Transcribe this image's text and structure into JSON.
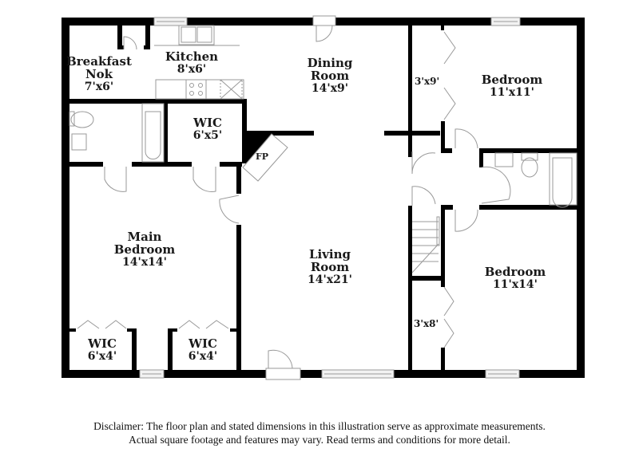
{
  "floor_plan": {
    "rooms": [
      {
        "id": "breakfast-nook",
        "name_line1": "Breakfast",
        "name_line2": "Nok",
        "dimensions": "7'x6'"
      },
      {
        "id": "kitchen",
        "name_line1": "Kitchen",
        "dimensions": "8'x6'"
      },
      {
        "id": "dining-room",
        "name_line1": "Dining",
        "name_line2": "Room",
        "dimensions": "14'x9'"
      },
      {
        "id": "bedroom-1",
        "name_line1": "Bedroom",
        "dimensions": "11'x11'"
      },
      {
        "id": "closet-1",
        "dimensions": "3'x9'"
      },
      {
        "id": "wic-upper",
        "name_line1": "WIC",
        "dimensions": "6'x5'"
      },
      {
        "id": "fireplace",
        "name_line1": "FP"
      },
      {
        "id": "main-bedroom",
        "name_line1": "Main",
        "name_line2": "Bedroom",
        "dimensions": "14'x14'"
      },
      {
        "id": "living-room",
        "name_line1": "Living",
        "name_line2": "Room",
        "dimensions": "14'x21'"
      },
      {
        "id": "bedroom-2",
        "name_line1": "Bedroom",
        "dimensions": "11'x14'"
      },
      {
        "id": "closet-2",
        "dimensions": "3'x8'"
      },
      {
        "id": "wic-left",
        "name_line1": "WIC",
        "dimensions": "6'x4'"
      },
      {
        "id": "wic-right",
        "name_line1": "WIC",
        "dimensions": "6'x4'"
      }
    ],
    "colors": {
      "wall": "#000000",
      "fixture": "#9a9a9a",
      "background": "#ffffff"
    }
  },
  "disclaimer": {
    "line1": "Disclaimer: The floor plan and stated dimensions in this illustration serve as approximate measurements.",
    "line2": "Actual square footage and features may vary. Read terms and conditions for more detail."
  }
}
